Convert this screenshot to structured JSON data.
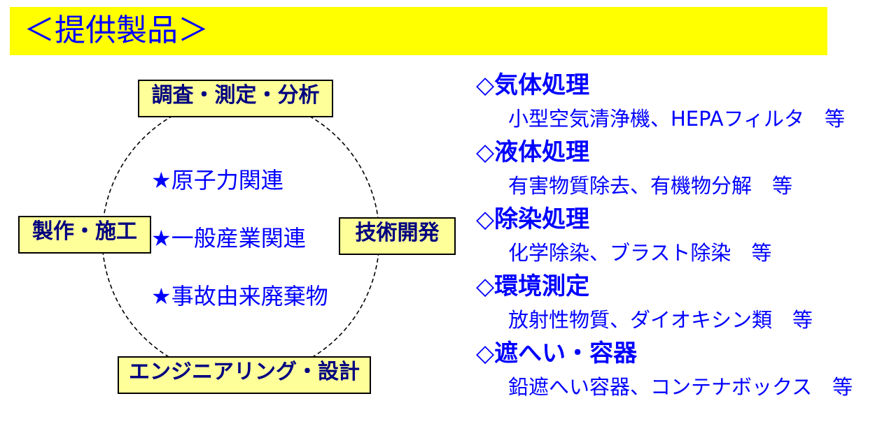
{
  "title": "＜提供製品＞",
  "boxes": {
    "top": "調査・測定・分析",
    "left": "製作・施工",
    "right": "技術開発",
    "bottom": "エンジニアリング・設計"
  },
  "sectors": [
    "★原子力関連",
    "★一般産業関連",
    "★事故由来廃棄物"
  ],
  "products": [
    {
      "heading": "◇気体処理",
      "detail": "小型空気清浄機、HEPAフィルタ　等"
    },
    {
      "heading": "◇液体処理",
      "detail": "有害物質除去、有機物分解　等"
    },
    {
      "heading": "◇除染処理",
      "detail": "化学除染、ブラスト除染　等"
    },
    {
      "heading": "◇環境測定",
      "detail": "放射性物質、ダイオキシン類　等"
    },
    {
      "heading": "◇遮へい・容器",
      "detail": "鉛遮へい容器、コンテナボックス　等"
    }
  ],
  "colors": {
    "title_bg": "#ffff00",
    "box_bg": "#ffff99",
    "text_blue": "#0000ff",
    "box_text": "#000080"
  }
}
